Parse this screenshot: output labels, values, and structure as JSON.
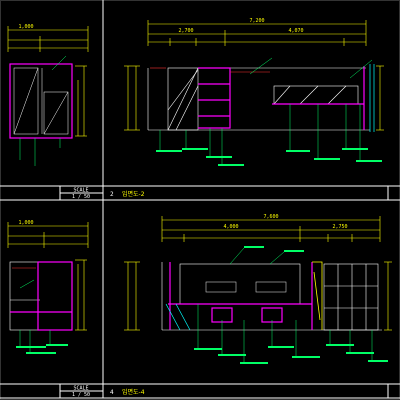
{
  "colors": {
    "background": "#000000",
    "frame": "#ffffff",
    "dimension": "#ffff00",
    "leader_text": "#00ff66",
    "wall": "#ff00ff",
    "accent_cyan": "#00ffff",
    "accent_red": "#ff3333"
  },
  "panels": {
    "top": {
      "scale_label": "SCALE",
      "scale_value": "1 / 50",
      "number": "2",
      "title": "입면도-2",
      "dims": {
        "overall": "7,200",
        "row1_a": "2,700",
        "row1_b": "4,070",
        "left_a": "1,000"
      }
    },
    "bottom": {
      "scale_label": "SCALE",
      "scale_value": "1 / 50",
      "number": "4",
      "title": "입면도-4",
      "dims": {
        "overall": "7,600",
        "row1_a": "4,000",
        "row1_b": "2,750",
        "left_a": "1,000"
      }
    }
  }
}
